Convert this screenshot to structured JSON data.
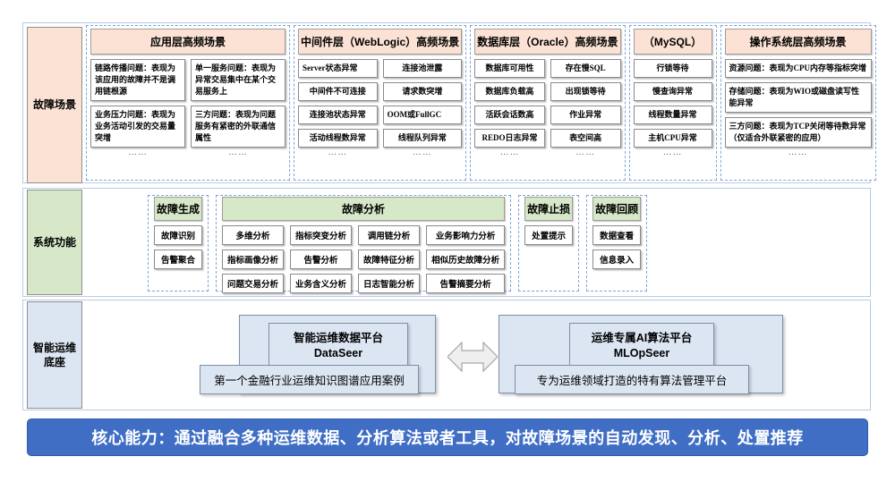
{
  "rails": {
    "scenarios": "故障场景",
    "functions": "系统功能",
    "base": "智能运维\n底座"
  },
  "scenario_columns": [
    {
      "key": "app",
      "header": "应用层高频场景",
      "columns": [
        [
          "链路传播问题：表现为该应用的故障并不是调用链根源",
          "业务压力问题：表现为业务活动引发的交易量突增"
        ],
        [
          "单一服务问题：表现为异常交易集中在某个交易服务上",
          "三方问题：表现为问题服务有紧密的外联通信属性"
        ]
      ],
      "dots": [
        "……",
        "……"
      ]
    },
    {
      "key": "middleware",
      "header": "中间件层（WebLogic）高频场景",
      "columns": [
        [
          "Server状态异常",
          "中间件不可连接",
          "连接池状态异常",
          "活动线程数异常"
        ],
        [
          "连接池泄露",
          "请求数突增",
          "OOM或FullGC",
          "线程队列异常"
        ]
      ],
      "dots": [
        "……",
        "……"
      ]
    },
    {
      "key": "database",
      "header": "数据库层（Oracle）高频场景",
      "columns": [
        [
          "数据库可用性",
          "数据库负载高",
          "活跃会话数高",
          "REDO日志异常"
        ],
        [
          "存在慢SQL",
          "出现锁等待",
          "作业异常",
          "表空间高"
        ]
      ],
      "dots": [
        "……",
        "……"
      ]
    },
    {
      "key": "mysql",
      "header": "（MySQL）",
      "columns": [
        [
          "行锁等待",
          "慢查询异常",
          "线程数量异常",
          "主机CPU异常"
        ]
      ],
      "dots": [
        "……"
      ]
    },
    {
      "key": "os",
      "header": "操作系统层高频场景",
      "columns": [
        [
          "资源问题：表现为CPU内存等指标突增",
          "存储问题：表现为WIO或磁盘读写性能异常",
          "三方问题：表现为TCP关闭等待数异常（仅适合外联紧密的应用）"
        ]
      ],
      "dots": [
        "……"
      ]
    }
  ],
  "function_groups": [
    {
      "key": "generation",
      "header": "故障生成",
      "columns": [
        [
          "故障识别",
          "告警聚合"
        ]
      ]
    },
    {
      "key": "analysis",
      "header": "故障分析",
      "columns": [
        [
          "多维分析",
          "指标画像分析",
          "问题交易分析"
        ],
        [
          "指标突变分析",
          "告警分析",
          "业务含义分析"
        ],
        [
          "调用链分析",
          "故障特征分析",
          "日志智能分析"
        ],
        [
          "业务影响力分析",
          "相似历史故障分析",
          "告警摘要分析"
        ]
      ]
    },
    {
      "key": "stoploss",
      "header": "故障止损",
      "columns": [
        [
          "处置提示"
        ]
      ]
    },
    {
      "key": "review",
      "header": "故障回顾",
      "columns": [
        [
          "数据查看",
          "信息录入"
        ]
      ]
    }
  ],
  "platforms": {
    "left": {
      "title": "智能运维数据平台\nDataSeer",
      "subtitle": "第一个金融行业运维知识图谱应用案例"
    },
    "right": {
      "title": "运维专属AI算法平台\nMLOpSeer",
      "subtitle": "专为运维领域打造的特有算法管理平台"
    },
    "connector_icon": "double-arrow-icon"
  },
  "banner": {
    "text": "核心能力：通过融合多种运维数据、分析算法或者工具，对故障场景的自动发现、分析、处置推荐"
  },
  "colors": {
    "scenario_accent": "#fbe2d5",
    "function_accent": "#d6e8c8",
    "base_accent": "#dce6f2",
    "banner": "#3f6ec4",
    "band_border": "#b8cce4",
    "dash_border": "#7da7d9"
  }
}
